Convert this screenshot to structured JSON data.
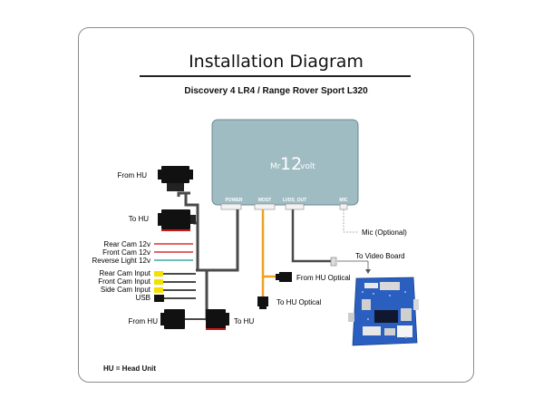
{
  "title": "Installation Diagram",
  "subtitle": "Discovery 4 LR4 / Range Rover Sport L320",
  "module": {
    "logo_prefix": "Mr",
    "logo_number": "12",
    "logo_suffix": "volt",
    "ports": [
      "POWER",
      "MOST",
      "LVDS_OUT",
      "MIC"
    ]
  },
  "labels": {
    "from_hu_top": "From HU",
    "to_hu_top": "To HU",
    "rear_cam_12v": "Rear Cam 12v",
    "front_cam_12v": "Front Cam 12v",
    "reverse_light_12v": "Reverse Light 12v",
    "rear_cam_input": "Rear Cam Input",
    "front_cam_input": "Front Cam Input",
    "side_cam_input": "Side Cam Input",
    "usb": "USB",
    "from_hu_bottom": "From HU",
    "to_hu_bottom": "To HU",
    "mic_optional": "Mic (Optional)",
    "to_video_board": "To Video Board",
    "from_hu_optical": "From HU Optical",
    "to_hu_optical": "To HU Optical"
  },
  "footnote": "HU = Head Unit",
  "colors": {
    "module_fill": "#9fbcc3",
    "harness": "#4a4a4a",
    "optical": "#f0a020",
    "red_wire": "#d83030",
    "teal_wire": "#3aa6a6",
    "yellow_plug": "#f3e000",
    "connector_red": "#d01818",
    "board_blue": "#2a5fc0"
  }
}
